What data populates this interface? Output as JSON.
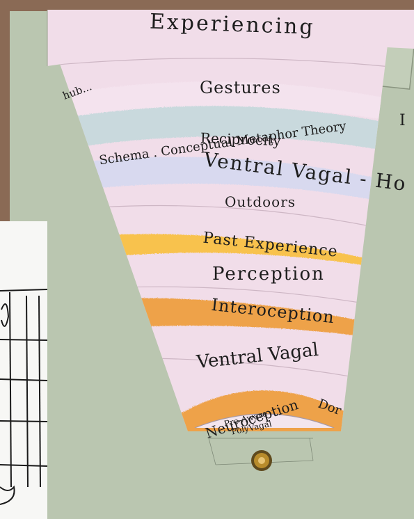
{
  "bands": {
    "experiencing": "Experiencing",
    "left_edge": "hub...",
    "gestures": "Gestures",
    "schema": "Schema . Conceptual Metaphor Theory",
    "right_edge": "I",
    "reciprocity": "Reciprocity",
    "ventral_vagal_ho": "Ventral Vagal - Ho",
    "outdoors": "Outdoors",
    "past_experience": "Past Experience",
    "perception": "Perception",
    "interoception": "Interoception",
    "ventral_vagal": "Ventral Vagal",
    "neuroception": "Neuroception",
    "dor": "Dor",
    "pre_aware": "Pre-Aware",
    "polyvagal": "PolyVagal"
  },
  "colors": {
    "paper_green": "#bac6b0",
    "band_pink": "#f1dde9",
    "band_blue": "#c9d9dd",
    "band_lavender": "#d8d9ef",
    "band_yellow": "#f8c24d",
    "band_orange": "#eea24a",
    "pin_gold": "#b88c2c"
  },
  "icons": {
    "pin": "brass-pin-icon",
    "sketch": "grid-sketch-illustration"
  }
}
